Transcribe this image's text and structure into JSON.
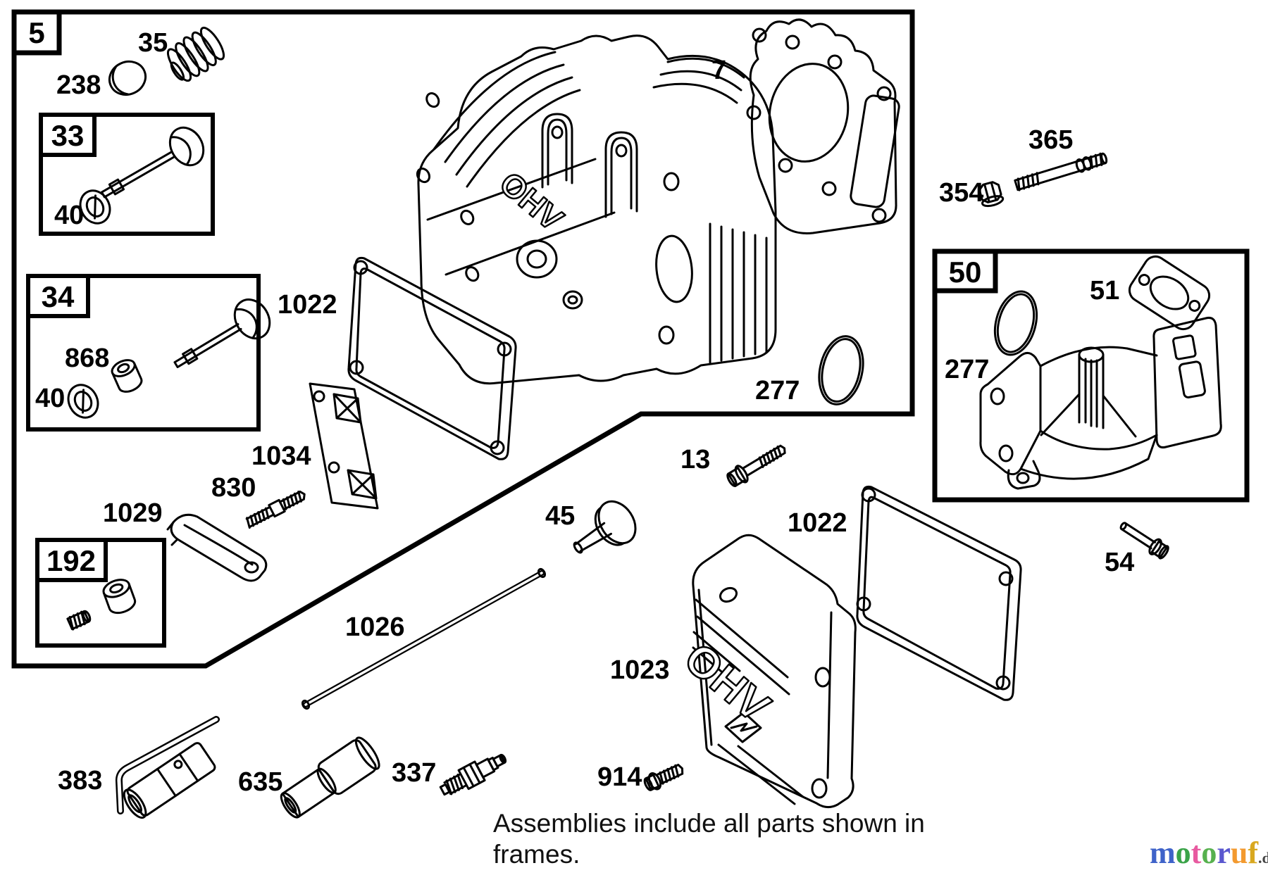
{
  "frames": {
    "f5": "5",
    "f33": "33",
    "f34": "34",
    "f192": "192",
    "f50": "50"
  },
  "callouts": [
    "35",
    "238",
    "40",
    "868",
    "40",
    "1029",
    "830",
    "1034",
    "1022",
    "7",
    "365",
    "354",
    "51",
    "277",
    "277",
    "13",
    "45",
    "1026",
    "1022",
    "1023",
    "54",
    "383",
    "635",
    "337",
    "914"
  ],
  "embossed": {
    "head_text": "OHV",
    "cover_text": "OHV"
  },
  "note": {
    "line1": "Assemblies include all parts shown in",
    "line2": "frames."
  },
  "watermark": {
    "letters": [
      {
        "ch": "m",
        "style": "color:#3f63c9"
      },
      {
        "ch": "o",
        "style": "color:#3aa348"
      },
      {
        "ch": "t",
        "style": "color:#e85aa0"
      },
      {
        "ch": "o",
        "style": "color:#57b14e"
      },
      {
        "ch": "r",
        "style": "color:#5a57cf"
      },
      {
        "ch": "u",
        "style": "color:#f39a2f"
      },
      {
        "ch": "f",
        "style": "color:#d9a81f"
      }
    ],
    "suffix": ".de"
  }
}
